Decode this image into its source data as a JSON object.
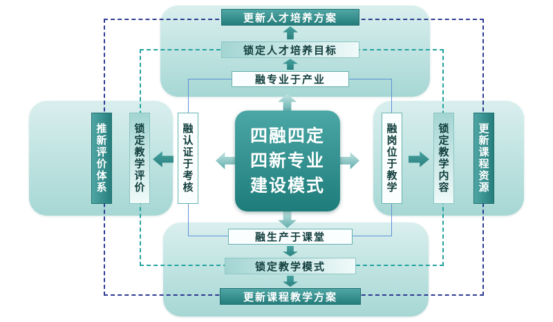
{
  "center": {
    "lines": [
      "四融四定",
      "四新专业",
      "建设模式"
    ]
  },
  "top_branch": {
    "integrate": "融专业于产业",
    "lock": "锁定人才培养目标",
    "update": "更新人才培养方案"
  },
  "bottom_branch": {
    "integrate": "融生产于课堂",
    "lock": "锁定教学模式",
    "update": "更新课程教学方案"
  },
  "left_branch": {
    "integrate": "融认证于考核",
    "lock": "锁定教学评价",
    "update": "推新评价体系"
  },
  "right_branch": {
    "integrate": "融岗位于教学",
    "lock": "锁定教学内容",
    "update": "更新课程资源"
  },
  "colors": {
    "panel_light": "#d9efee",
    "panel_dark": "#a6d7d4",
    "box_dark_teal": "#267e7c",
    "box_light_teal": "#a3d5d3",
    "center_teal": "#1e7c7a",
    "dashed_navy": "#2b3890",
    "dashed_teal": "#1fa19e",
    "line_blue": "#5c8fd6",
    "text_dark": "#0f3c3b",
    "text_light": "#ffffff"
  }
}
